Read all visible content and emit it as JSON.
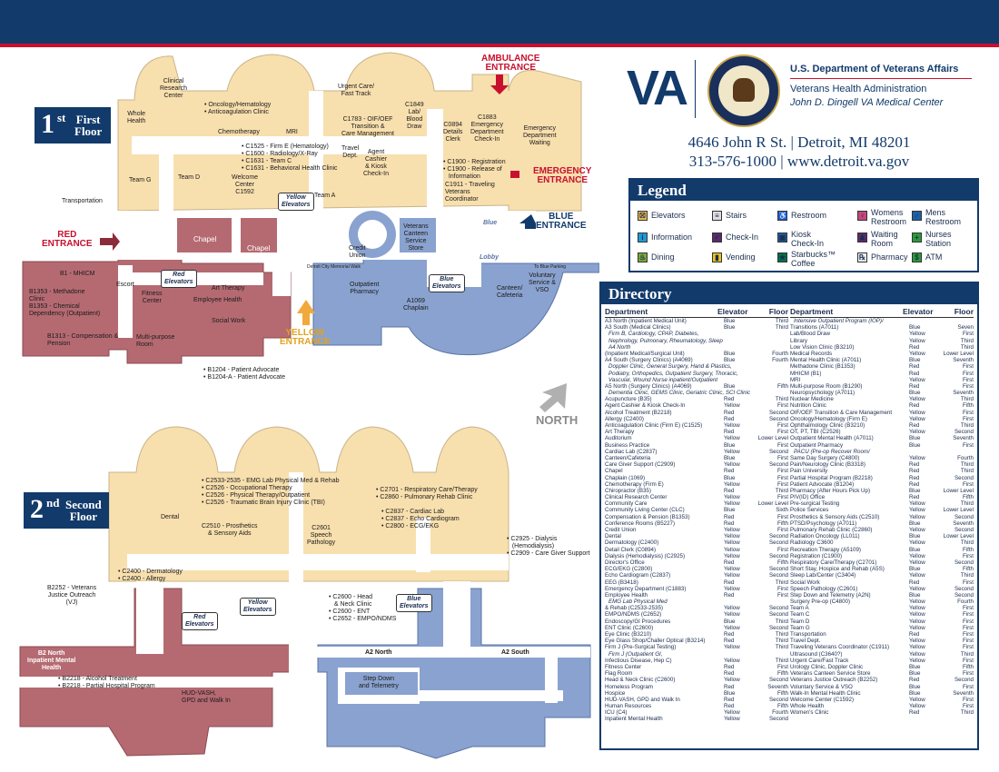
{
  "header": {
    "department": "U.S. Department of Veterans Affairs",
    "administration": "Veterans Health Administration",
    "center": "John D. Dingell VA Medical Center",
    "logo_text": "VA",
    "address": "4646 John R St. | Detroit, MI 48201",
    "contact": "313-576-1000 | www.detroit.va.gov"
  },
  "colors": {
    "navy": "#123a6b",
    "red": "#c8102e",
    "red_wing": "#b56a72",
    "blue_wing": "#8aa2cf",
    "yellow_wing": "#f8dfae",
    "corridor": "#ffffff"
  },
  "floor1": {
    "badge_num": "1",
    "badge_suffix": "st",
    "badge_name": "First\nFloor",
    "entrances": {
      "ambulance": "AMBULANCE\nENTRANCE",
      "emergency": "EMERGENCY\nENTRANCE",
      "blue": "BLUE\nENTRANCE",
      "red": "RED\nENTRANCE",
      "yellow": "YELLOW\nENTRANCE"
    },
    "elevator_tags": {
      "red": "Red\nElevators",
      "blue": "Blue\nElevators",
      "yellow": "Yellow\nElevators"
    },
    "labels": [
      "Clinical\nResearch\nCenter",
      "Whole\nHealth",
      "• Oncology/Hematology\n• Anticoagulation Clinic",
      "Chemotherapy",
      "MRI",
      "Urgent Care/\nFast Track",
      "C1849\nLab/\nBlood\nDraw",
      "C1783 - OIF/OEF\nTransition &\nCare Management",
      "C0894\nDetails\nClerk",
      "C1883\nEmergency\nDepartment\nCheck-In",
      "Emergency\nDepartment\nWaiting",
      "• C1525 - Firm E (Hematology)\n• C1600 - Radiology/X-Ray\n• C1631 - Team C\n• C1631 - Behavioral Health Clinic",
      "Travel\nDept.",
      "Agent\nCashier\n& Kiosk\nCheck-In",
      "• C1900 - Registration\n• C1900 - Release of\n   Information",
      "C1911 - Traveling\nVeterans\nCoordinator",
      "Team G",
      "Team D",
      "Welcome\nCenter\nC1592",
      "Team A",
      "Transportation",
      "Chapel",
      "Chapel",
      "Credit\nUnion",
      "Veterans\nCanteen\nService\nStore",
      "Blue",
      "Lobby",
      "To Blue Parking",
      "Detroit City Memorial Walk",
      "B1 - MHICM",
      "B1353 - Methadone\nClinic",
      "B1353 - Chemical\nDependency (Outpatient)",
      "Escort",
      "Fitness\nCenter",
      "Art Therapy",
      "Employee Health",
      "Social Work",
      "B1313 - Compensation &\nPension",
      "Multi-purpose\nRoom",
      "Outpatient\nPharmacy",
      "A1069\nChaplain",
      "Canteen/\nCafeteria",
      "Voluntary\nService &\nVSO",
      "• B1204 - Patient Advocate\n• B1204-A - Patient Advocate"
    ]
  },
  "floor2": {
    "badge_num": "2",
    "badge_suffix": "nd",
    "badge_name": "Second\nFloor",
    "elevator_tags": {
      "red": "Red\nElevators",
      "blue": "Blue\nElevators",
      "yellow": "Yellow\nElevators"
    },
    "labels": [
      "• C2533-2535 - EMG Lab Physical Med & Rehab\n• C2526 - Occupational Therapy\n• C2526 - Physical Therapy/Outpatient\n• C2526 - Traumatic Brain Injury Clinic (TBI)",
      "• C2701 - Respiratory Care/Therapy\n• C2860 - Pulmonary Rehab Clinic",
      "Dental",
      "C2510 - Prosthetics\n& Sensory Aids",
      "C2601\nSpeech\nPathology",
      "• C2837 - Cardiac Lab\n• C2837 - Echo Cardiogram\n• C2800 - ECG/EKG",
      "• C2925 - Dialysis\n   (Hemodialysis)\n• C2909 - Care Giver Support",
      "• C2400 - Dermatology\n• C2400 - Allergy",
      "B2252 - Veterans\nJustice Outreach\n(VJ)",
      "• C2600 - Head\n   & Neck Clinic\n• C2600 - ENT\n• C2652 - EMPO/NDMS",
      "B2 North\nInpatient Mental\nHealth",
      "• B2218 - Alcohol Treatment\n• B2218 - Partial Hospital Program",
      "HUD-VASH,\nGPD and Walk In",
      "A2 North",
      "A2 South",
      "Step Down\nand Telemetry"
    ]
  },
  "north": {
    "label": "NORTH"
  },
  "legend": {
    "title": "Legend",
    "items": [
      {
        "label": "Elevators",
        "icon": "elevator-icon"
      },
      {
        "label": "Stairs",
        "icon": "stairs-icon"
      },
      {
        "label": "Restroom",
        "icon": "restroom-icon"
      },
      {
        "label": "Womens\nRestroom",
        "icon": "womens-restroom-icon"
      },
      {
        "label": "Mens\nRestroom",
        "icon": "mens-restroom-icon"
      },
      {
        "label": "Information",
        "icon": "information-icon"
      },
      {
        "label": "Check-In",
        "icon": "check-in-icon"
      },
      {
        "label": "Kiosk\nCheck-In",
        "icon": "kiosk-icon"
      },
      {
        "label": "Waiting\nRoom",
        "icon": "waiting-room-icon"
      },
      {
        "label": "Nurses\nStation",
        "icon": "nurses-station-icon"
      },
      {
        "label": "Dining",
        "icon": "dining-icon"
      },
      {
        "label": "Vending",
        "icon": "vending-icon"
      },
      {
        "label": "Starbucks™\nCoffee",
        "icon": "starbucks-icon"
      },
      {
        "label": "Pharmacy",
        "icon": "pharmacy-icon"
      },
      {
        "label": "ATM",
        "icon": "atm-icon"
      }
    ]
  },
  "directory": {
    "title": "Directory",
    "headers": {
      "department": "Department",
      "elevator": "Elevator",
      "floor": "Floor"
    },
    "left": [
      [
        "A3 North (Inpatient Medical Unit)",
        "Blue",
        "Third"
      ],
      [
        "A3 South (Medical Clinics)",
        "Blue",
        "Third"
      ],
      [
        "Firm B, Cardiology, CPAP, Diabetes,",
        "",
        ""
      ],
      [
        "Nephrology, Pulmonary, Rheumatology, Sleep",
        "",
        ""
      ],
      [
        "A4 North",
        "",
        ""
      ],
      [
        "(Inpatient Medical/Surgical Unit)",
        "Blue",
        "Fourth"
      ],
      [
        "A4 South (Surgery Clinics) (A4069)",
        "Blue",
        "Fourth"
      ],
      [
        "Doppler Clinic, General Surgery, Hand & Plastics,",
        "",
        ""
      ],
      [
        "Podiatry, Orthopedics, Outpatient Surgery, Thoracic,",
        "",
        ""
      ],
      [
        "Vascular, Wound Nurse inpatient/Outpatient",
        "",
        ""
      ],
      [
        "A5 North (Surgery Clinics) (A4069)",
        "Blue",
        "Fifth"
      ],
      [
        "Dementia Clinic, GEMS Clinic, Geriatric Clinic, SCI Clinic",
        "",
        ""
      ],
      [
        "Acupuncture (B35)",
        "Red",
        "Third"
      ],
      [
        "Agent Cashier & Kiosk Check-In",
        "Yellow",
        "First"
      ],
      [
        "Alcohol Treatment (B2218)",
        "Red",
        "Second"
      ],
      [
        "Allergy (C2400)",
        "Red",
        "Second"
      ],
      [
        "Anticoagulation Clinic (Firm E) (C1525)",
        "Yellow",
        "First"
      ],
      [
        "Art Therapy",
        "Red",
        "First"
      ],
      [
        "Auditorium",
        "Yellow",
        "Lower Level"
      ],
      [
        "Business Practice",
        "Blue",
        "First"
      ],
      [
        "Cardiac Lab (C2837)",
        "Yellow",
        "Second"
      ],
      [
        "Canteen/Cafeteria",
        "Blue",
        "First"
      ],
      [
        "Care Giver Support (C2909)",
        "Yellow",
        "Second"
      ],
      [
        "Chapel",
        "Red",
        "First"
      ],
      [
        "Chaplain (1069)",
        "Blue",
        "First"
      ],
      [
        "Chemotherapy (Firm E)",
        "Yellow",
        "First"
      ],
      [
        "Chiropractor (B35)",
        "Red",
        "Third"
      ],
      [
        "Clinical Research Center",
        "Yellow",
        "First"
      ],
      [
        "Community Care",
        "Yellow",
        "Lower Level"
      ],
      [
        "Community Living Center (CLC)",
        "Blue",
        "Sixth"
      ],
      [
        "Compensation & Pension (B1353)",
        "Red",
        "First"
      ],
      [
        "Conference Rooms (B5227)",
        "Red",
        "Fifth"
      ],
      [
        "Credit Union",
        "Yellow",
        "First"
      ],
      [
        "Dental",
        "Yellow",
        "Second"
      ],
      [
        "Dermatology (C2400)",
        "Yellow",
        "Second"
      ],
      [
        "Detail Clerk (C0894)",
        "Yellow",
        "First"
      ],
      [
        "Dialysis (Hemodialysis) (C2925)",
        "Yellow",
        "Second"
      ],
      [
        "Director's Office",
        "Red",
        "Fifth"
      ],
      [
        "ECG/EKG (C2800)",
        "Yellow",
        "Second"
      ],
      [
        "Echo Cardiogram (C2837)",
        "Yellow",
        "Second"
      ],
      [
        "EEG (B3418)",
        "Red",
        "Third"
      ],
      [
        "Emergency Department (C1883)",
        "Yellow",
        "First"
      ],
      [
        "Employee Health",
        "Red",
        "First"
      ],
      [
        "EMG Lab Physical Med",
        "",
        ""
      ],
      [
        "& Rehab (C2533-2535)",
        "Yellow",
        "Second"
      ],
      [
        "EMPO/NDMS (C2652)",
        "Yellow",
        "Second"
      ],
      [
        "Endoscopy/GI Procedures",
        "Blue",
        "Third"
      ],
      [
        "ENT Clinic (C2600)",
        "Yellow",
        "Second"
      ],
      [
        "Eye Clinic (B3210)",
        "Red",
        "Third"
      ],
      [
        "Eye Glass Shop/Challer Optical (B3214)",
        "Red",
        "Third"
      ],
      [
        "Firm J (Pre-Surgical Testing)",
        "Yellow",
        "Third"
      ],
      [
        "Firm J (Outpatient GI,",
        "",
        ""
      ],
      [
        "Infectious Disease, Hep C)",
        "Yellow",
        "Third"
      ],
      [
        "Fitness Center",
        "Red",
        "First"
      ],
      [
        "Flag Room",
        "Red",
        "Fifth"
      ],
      [
        "Head & Neck Clinic (C2600)",
        "Yellow",
        "Second"
      ],
      [
        "Homeless Program",
        "Red",
        "Seventh"
      ],
      [
        "Hospice",
        "Blue",
        "Fifth"
      ],
      [
        "HUD-VASH, GPD and Walk In",
        "Red",
        "Second"
      ],
      [
        "Human Resources",
        "Red",
        "Fifth"
      ],
      [
        "ICU (C4)",
        "Yellow",
        "Fourth"
      ],
      [
        "Inpatient Mental Health",
        "Yellow",
        "Second"
      ]
    ],
    "right": [
      [
        "Intensive Outpatient Program (IOP)/",
        "",
        ""
      ],
      [
        "Transitions (A7011)",
        "Blue",
        "Seven"
      ],
      [
        "Lab/Blood Draw",
        "Yellow",
        "First"
      ],
      [
        "Library",
        "Yellow",
        "Third"
      ],
      [
        "Low Vision Clinic (B3210)",
        "Red",
        "Third"
      ],
      [
        "Medical Records",
        "Yellow",
        "Lower Level"
      ],
      [
        "Mental Health Clinic (A7011)",
        "Blue",
        "Seventh"
      ],
      [
        "Methadone Clinic (B1353)",
        "Red",
        "First"
      ],
      [
        "MHICM (B1)",
        "Red",
        "First"
      ],
      [
        "MRI",
        "Yellow",
        "First"
      ],
      [
        "Multi-purpose Room (B1290)",
        "Red",
        "First"
      ],
      [
        "Neuropsychology (A7011)",
        "Blue",
        "Seventh"
      ],
      [
        "Nuclear Medicine",
        "Yellow",
        "Third"
      ],
      [
        "Nutrition Clinic",
        "Red",
        "Fifth"
      ],
      [
        "OIF/OEF Transition & Care Management",
        "Yellow",
        "First"
      ],
      [
        "Oncology/Hematology (Firm E)",
        "Yellow",
        "First"
      ],
      [
        "Ophthalmology Clinic (B3210)",
        "Red",
        "Third"
      ],
      [
        "OT, PT, TBI (C2526)",
        "Yellow",
        "Second"
      ],
      [
        "Outpatient Mental Health (A7011)",
        "Blue",
        "Seventh"
      ],
      [
        "Outpatient Pharmacy",
        "Blue",
        "First"
      ],
      [
        "PACU (Pre-op Recover Room/",
        "",
        ""
      ],
      [
        "Same Day Surgery (C4800)",
        "Yellow",
        "Fourth"
      ],
      [
        "Pain/Neurology Clinic (B3318)",
        "Red",
        "Third"
      ],
      [
        "Pain University",
        "Red",
        "Third"
      ],
      [
        "Partial Hospital Program (B2218)",
        "Red",
        "Second"
      ],
      [
        "Patient Advocate (B1204)",
        "Red",
        "First"
      ],
      [
        "Pharmacy (After Hours Pick Up)",
        "Blue",
        "Lower Level"
      ],
      [
        "PIV(ID) Office",
        "Red",
        "Fifth"
      ],
      [
        "Pre-surgical Testing",
        "Yellow",
        "Third"
      ],
      [
        "Police Services",
        "Yellow",
        "Lower Level"
      ],
      [
        "Prosthetics & Sensory Aids (C2510)",
        "Yellow",
        "Second"
      ],
      [
        "PTSD/Psychology (A7011)",
        "Blue",
        "Seventh"
      ],
      [
        "Pulmonary Rehab Clinic (C2860)",
        "Yellow",
        "Second"
      ],
      [
        "Radiation Oncology (LL011)",
        "Blue",
        "Lower Level"
      ],
      [
        "Radiology C3600",
        "Yellow",
        "Third"
      ],
      [
        "Recreation Therapy (A5109)",
        "Blue",
        "Fifth"
      ],
      [
        "Registration (C1900)",
        "Yellow",
        "First"
      ],
      [
        "Respiratory Care/Therapy (C2701)",
        "Yellow",
        "Second"
      ],
      [
        "Short Stay, Hospice and Rehab (A5S)",
        "Blue",
        "Fifth"
      ],
      [
        "Sleep Lab/Center (C3404)",
        "Yellow",
        "Third"
      ],
      [
        "Social Work",
        "Red",
        "First"
      ],
      [
        "Speech Pathology (C2601)",
        "Yellow",
        "Second"
      ],
      [
        "Step Down and Telemetry (A2N)",
        "Blue",
        "Second"
      ],
      [
        "Surgery Pre-op (C4800)",
        "Yellow",
        "Fourth"
      ],
      [
        "Team A",
        "Yellow",
        "First"
      ],
      [
        "Team C",
        "Yellow",
        "First"
      ],
      [
        "Team D",
        "Yellow",
        "First"
      ],
      [
        "Team G",
        "Yellow",
        "First"
      ],
      [
        "Transportation",
        "Red",
        "First"
      ],
      [
        "Travel Dept.",
        "Yellow",
        "First"
      ],
      [
        "Traveling Veterans Coordinator (C1911)",
        "Yellow",
        "First"
      ],
      [
        "Ultrasound (C3640?)",
        "Yellow",
        "Third"
      ],
      [
        "Urgent Care/Fast Track",
        "Yellow",
        "First"
      ],
      [
        "Urology Clinic, Doppler Clinic",
        "Blue",
        "Fifth"
      ],
      [
        "Veterans Canteen Service Store",
        "Blue",
        "First"
      ],
      [
        "Veterans Justice Outreach (B2252)",
        "Red",
        "Second"
      ],
      [
        "Voluntary Service & VSO",
        "Blue",
        "First"
      ],
      [
        "Walk-In Mental Health Clinic",
        "Blue",
        "Seventh"
      ],
      [
        "Welcome Center (C1592)",
        "Yellow",
        "First"
      ],
      [
        "Whole Health",
        "Yellow",
        "First"
      ],
      [
        "Women's Clinic",
        "Red",
        "Third"
      ]
    ]
  }
}
